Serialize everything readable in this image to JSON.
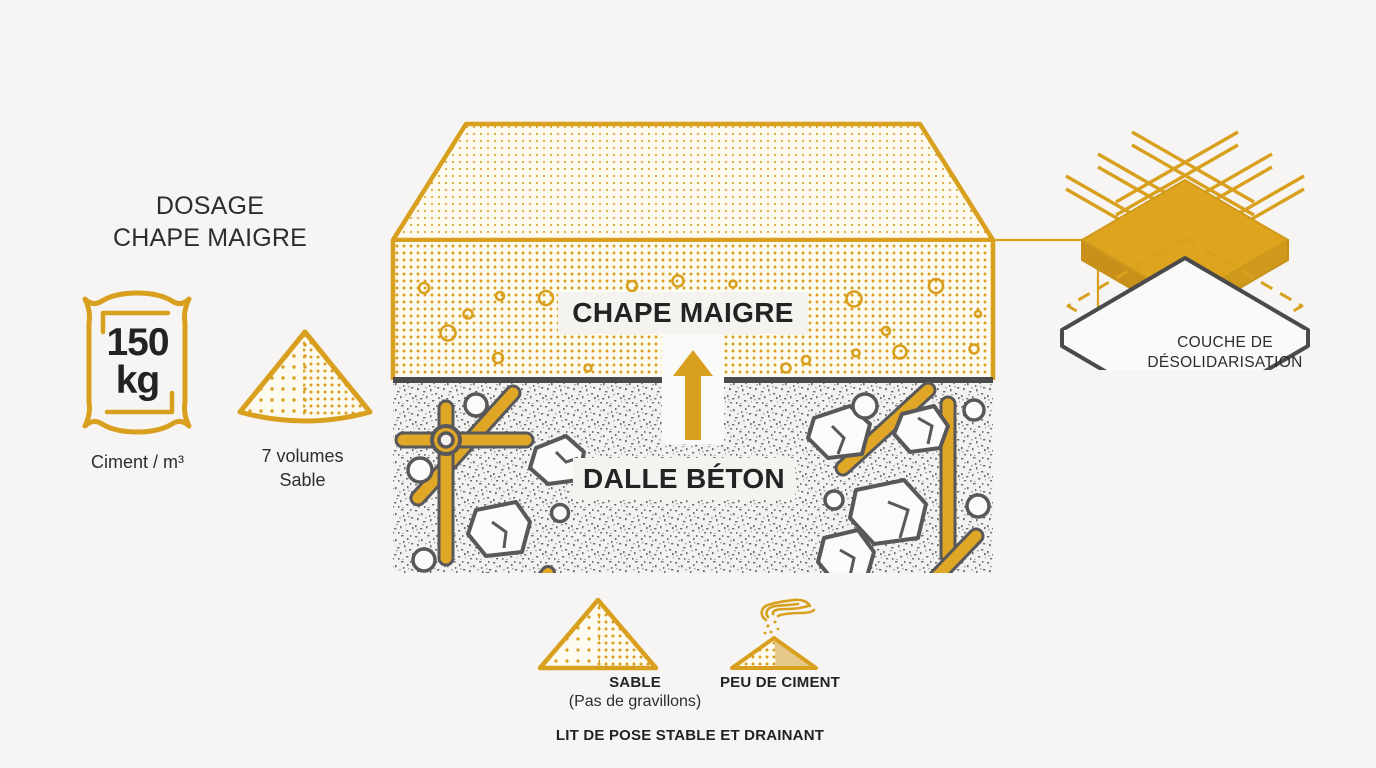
{
  "palette": {
    "background": "#f6f5f3",
    "gold": "#d9a01f",
    "gold_dark": "#c8901a",
    "gold_fill": "#e0a727",
    "sand_fill": "#fbf6e6",
    "dark_gray": "#4a4a4a",
    "stone_gray": "#58585a",
    "text_dark": "#2d2d2d",
    "plate_bg": "#f4f3f0",
    "concrete_gray": "#9a9a9a"
  },
  "left_panel": {
    "title": "DOSAGE\nCHAPE MAIGRE",
    "cement_bag": {
      "value_line1": "150",
      "value_line2": "kg",
      "caption": "Ciment / m³"
    },
    "sand_cone": {
      "caption": "7 volumes\nSable"
    }
  },
  "center_diagram": {
    "top_layer_label": "CHAPE MAIGRE",
    "bottom_layer_label": "DALLE BÉTON",
    "arrow_direction": "up"
  },
  "right_detail": {
    "caption": "COUCHE DE\nDÉSOLIDARISATION"
  },
  "legend": {
    "sable_label": "SABLE",
    "sable_sublabel": "(Pas de gravillons)",
    "ciment_label": "PEU DE CIMENT",
    "footer": "LIT DE POSE STABLE ET DRAINANT"
  },
  "icons": {
    "cement_bag": "cement-bag-icon",
    "sand_cone": "sand-cone-icon",
    "sand_triangle": "sand-triangle-icon",
    "hand_sprinkle": "hand-sprinkling-cement-icon",
    "up_arrow": "up-arrow-icon",
    "rebar_cross": "rebar-cross-icon",
    "isometric_layers": "isometric-layers-icon"
  }
}
